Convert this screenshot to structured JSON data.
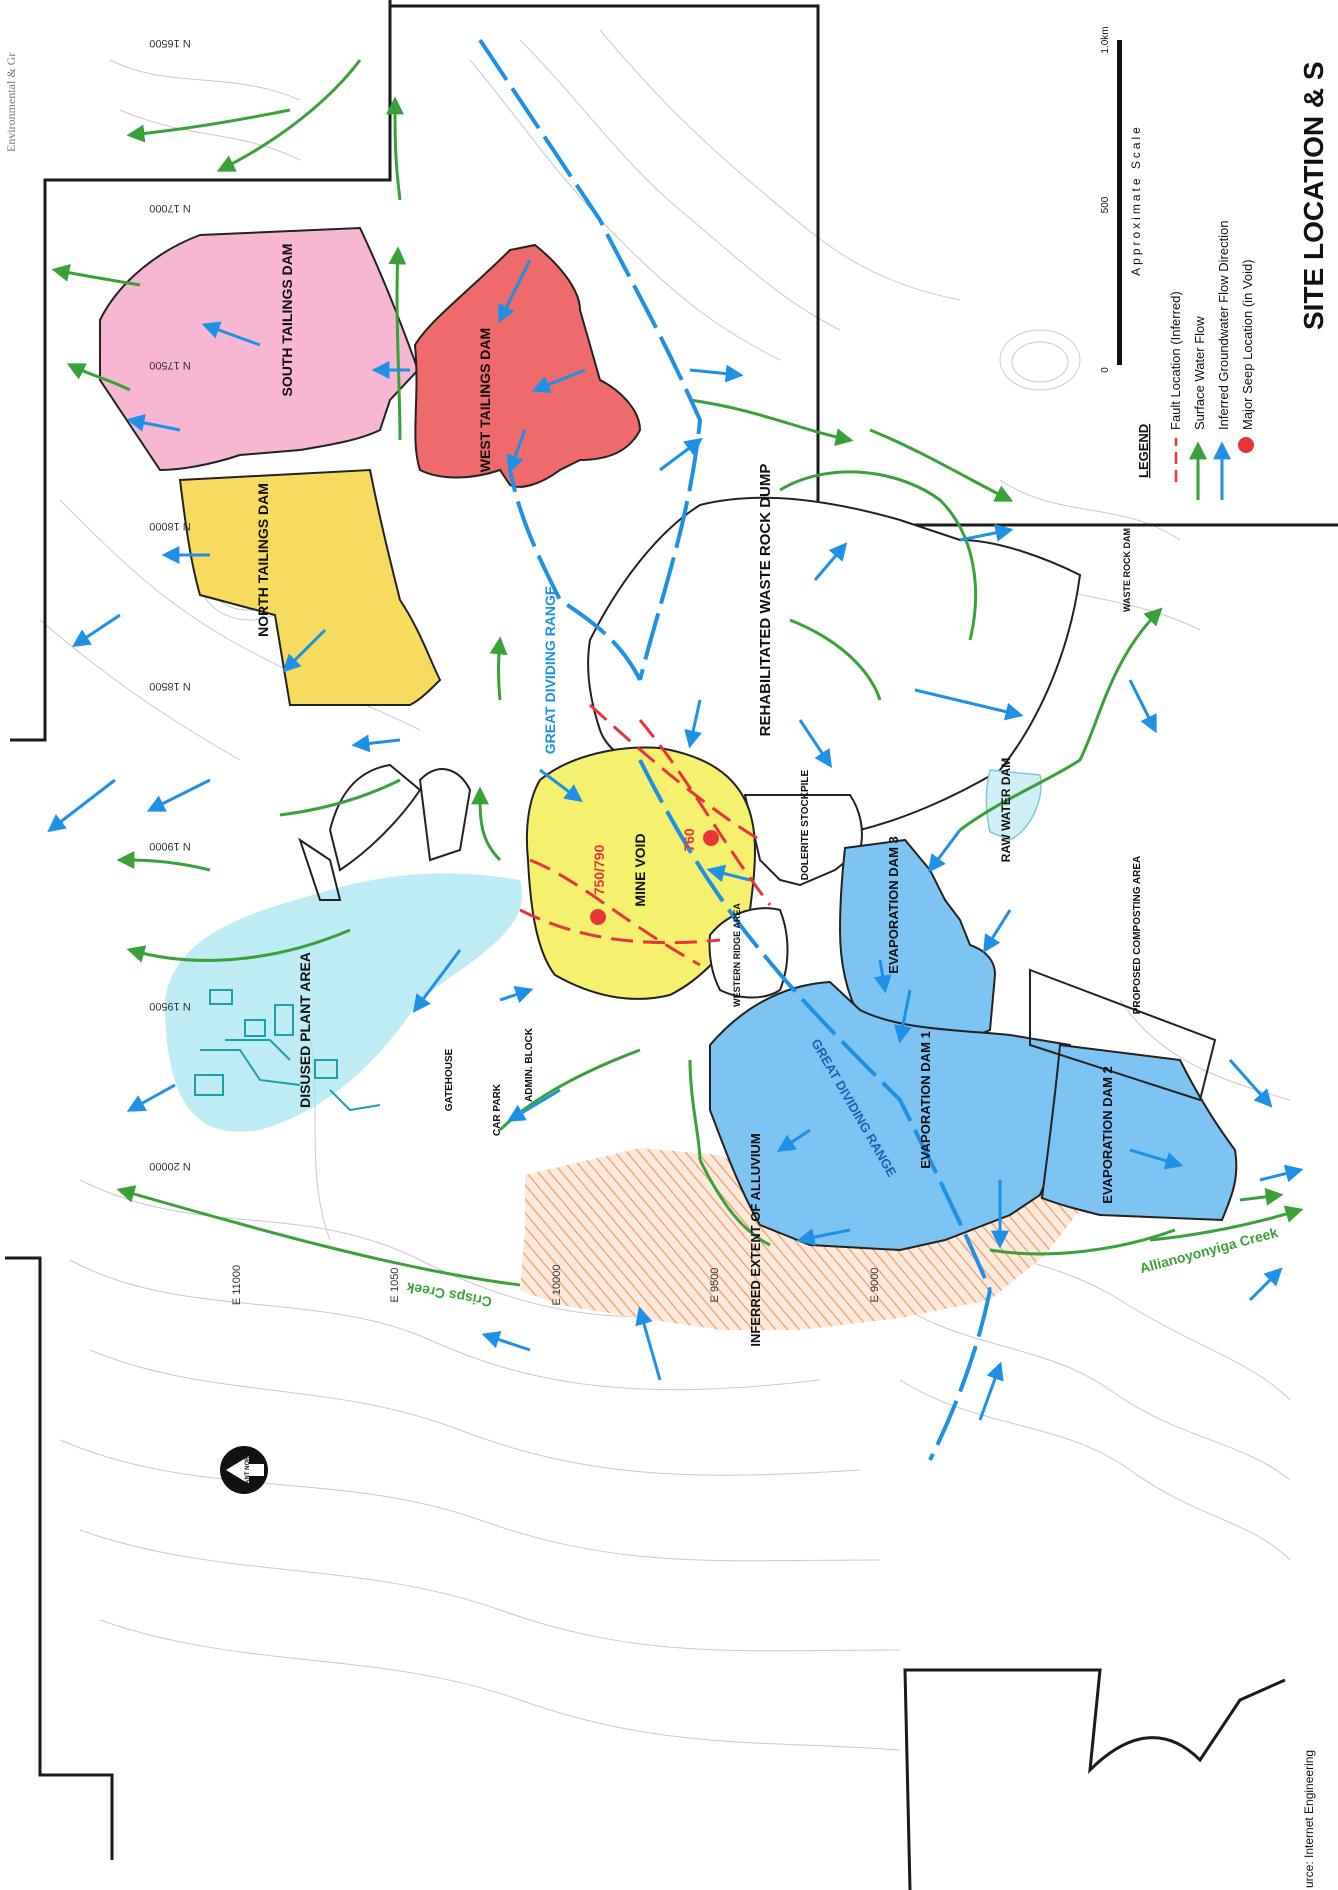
{
  "header": {
    "text": "Environmental & Gr"
  },
  "title": "SITE LOCATION & S",
  "source": "urce:  Internet Engineering",
  "colors": {
    "fault": "#e8353a",
    "surface_flow": "#3aa13a",
    "groundwater_flow": "#1e90e6",
    "seep": "#e8353a",
    "south_tailings": "#f7b6d2",
    "west_tailings": "#ef6a6a",
    "north_tailings": "#f7db5e",
    "mine_void": "#f5f06e",
    "evaporation": "#7ec4f2",
    "plant_area": "#a8e6f0",
    "alluvium": "#f29a5c"
  },
  "features": {
    "south_tailings": "SOUTH TAILINGS DAM",
    "west_tailings": "WEST TAILINGS DAM",
    "north_tailings": "NORTH TAILINGS DAM",
    "waste_rock": "REHABILITATED WASTE ROCK DUMP",
    "mine_void": "MINE VOID",
    "seep_a": "750/790",
    "seep_b": "760",
    "great_dividing_1": "GREAT DIVIDING RANGE",
    "great_dividing_2": "GREAT DIVIDING RANGE",
    "dolerite": "DOLERITE STOCKPILE",
    "raw_water": "RAW WATER DAM",
    "waste_rock_dam": "WASTE ROCK DAM",
    "western_ridge": "WESTERN RIDGE AREA",
    "evap1": "EVAPORATION DAM 1",
    "evap2": "EVAPORATION DAM 2",
    "evap3": "EVAPORATION DAM 3",
    "plant": "DISUSED PLANT AREA",
    "gatehouse": "GATEHOUSE",
    "car_park": "CAR PARK",
    "admin": "ADMIN. BLOCK",
    "composting": "PROPOSED COMPOSTING AREA",
    "alluvium": "INFERRED EXTENT OF ALLUVIUM",
    "crisps": "Crisps Creek",
    "allia": "Allianoyonyiga Creek"
  },
  "grid": {
    "n16500": "N 16500",
    "n17000": "N 17000",
    "n17500": "N 17500",
    "n18000": "N 18000",
    "n18500": "N 18500",
    "n19000": "N 19000",
    "n19500": "N 19500",
    "n20000": "N 20000",
    "e11000": "E 11000",
    "e10500": "E 1050",
    "e10000": "E 10000",
    "e9500": "E 9500",
    "e9000": "E 9000"
  },
  "legend": {
    "title": "LEGEND",
    "fault": "Fault Location (Inferred)",
    "surface": "Surface Water Flow",
    "groundwater": "Inferred Groundwater Flow Direction",
    "seep": "Major Seep Location (in Void)"
  },
  "scale": {
    "label": "Approximate Scale",
    "t0": "0",
    "t500": "500",
    "t1000": "1.0km"
  },
  "north_arrow": "PLANT NORTH"
}
